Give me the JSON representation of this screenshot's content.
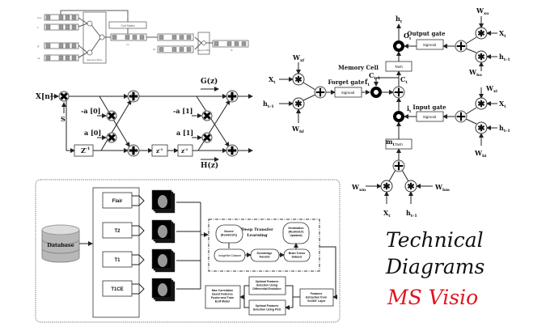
{
  "lstm_sketch": {
    "rows": [
      "Ct-1",
      "it",
      "gt",
      "mt"
    ],
    "element_wise": "Element Wise",
    "cell_states": "Cell States",
    "ct": "Ct",
    "ot": "Ot",
    "ht": "ht",
    "element_wise2": "Element Wise"
  },
  "filter_bank": {
    "input": "X[n]",
    "s": "S",
    "neg_a0": "-a [0]",
    "a0": "a [0]",
    "neg_a1": "-a [1]",
    "a1": "a [1]",
    "z1": "Z",
    "z2": "z",
    "z3": "z",
    "exp": "-1",
    "g": "G(z)",
    "h": "H(z)"
  },
  "lstm": {
    "ht": {
      "b": "h",
      "s": "t"
    },
    "ot": {
      "b": "O",
      "s": "t"
    },
    "output_gate": "Output gate",
    "input_gate": "Input gate",
    "forget_gate": "Forget gate",
    "memory_cell": "Memory Cell",
    "sigmoid": "Sigmoid",
    "tanh": "Tanh",
    "ct1": {
      "b": "C",
      "s": "t-1"
    },
    "ct": {
      "b": "C",
      "s": "t"
    },
    "ft": {
      "b": "f",
      "s": "t"
    },
    "it": {
      "b": "i",
      "s": "t"
    },
    "mt": {
      "b": "m",
      "s": "t"
    },
    "xt": {
      "b": "X",
      "s": "t"
    },
    "ht1": {
      "b": "h",
      "s": "t-1"
    },
    "wxo": {
      "b": "W",
      "s": "xo"
    },
    "who": {
      "b": "W",
      "s": "ho"
    },
    "wxf": {
      "b": "W",
      "s": "xf"
    },
    "whf": {
      "b": "W",
      "s": "hf"
    },
    "wxi": {
      "b": "W",
      "s": "xi"
    },
    "whi": {
      "b": "W",
      "s": "hi"
    },
    "wxm": {
      "b": "W",
      "s": "xm"
    },
    "whm": {
      "b": "W",
      "s": "hm"
    }
  },
  "pipeline": {
    "database": "Database",
    "modalities": [
      "Flair",
      "T2",
      "T1",
      "T1CE"
    ],
    "dtl_title": [
      "Deep Transfer",
      "Learning"
    ],
    "source": [
      "Source",
      "(ResNet101)"
    ],
    "destination": [
      "Destination",
      "(ResNet101",
      "Updated)"
    ],
    "imagenet": "ImageNet Dataset",
    "knowledge": [
      "Knowledge",
      "Transfer"
    ],
    "brain": [
      "Brain Tumor",
      "Dataset"
    ],
    "features": [
      "Features",
      "Extraction from",
      "'fc1000' Layer"
    ],
    "de": [
      "Optimal Features",
      "Selection Using",
      "Differential Evolution"
    ],
    "pso": [
      "Optimal Features",
      "Selection Using PSO"
    ],
    "fusion": [
      "Max Correlation",
      "based Features",
      "Fusion and Train",
      "ELM Model"
    ]
  },
  "promo": {
    "line1": "Technical",
    "line2": "Diagrams",
    "line3": "MS Visio",
    "accent": "#e0141e"
  }
}
